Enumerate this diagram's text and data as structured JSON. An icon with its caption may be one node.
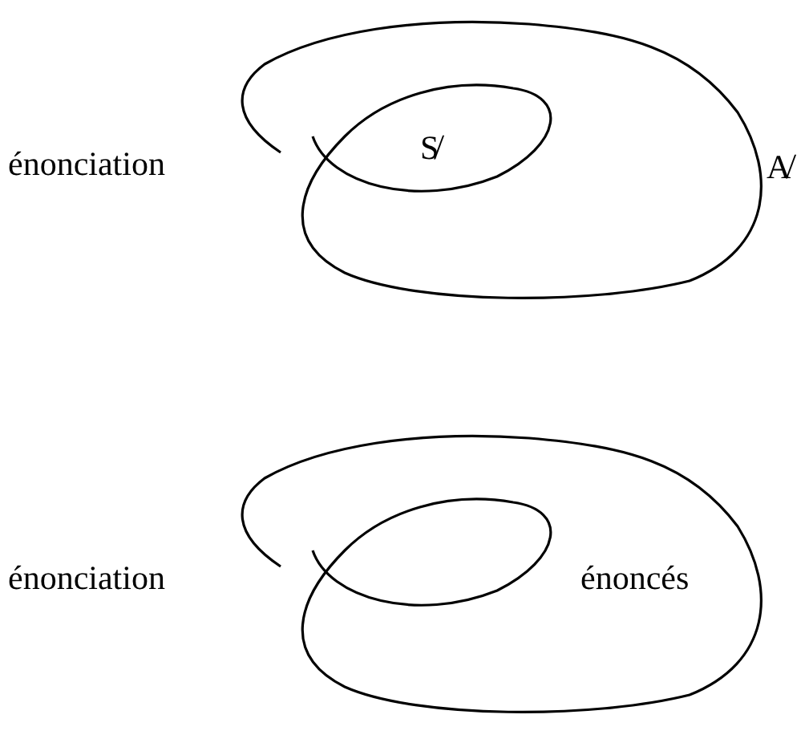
{
  "diagram": {
    "labels": [
      "énonciation",
      "S̸",
      "A̸",
      "énonciation",
      "énoncés"
    ]
  }
}
